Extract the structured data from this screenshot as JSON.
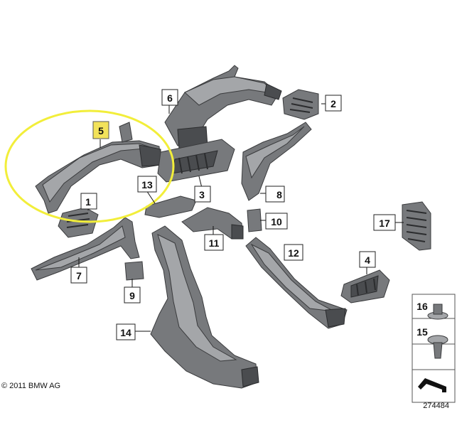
{
  "copyright": "© 2011 BMW AG",
  "diagram_number": "274484",
  "highlight_color": "#f2e25a",
  "circle_color": "#f2ee3a",
  "callouts": {
    "c1": "1",
    "c2": "2",
    "c3": "3",
    "c4": "4",
    "c5": "5",
    "c6": "6",
    "c7": "7",
    "c8": "8",
    "c9": "9",
    "c10": "10",
    "c11": "11",
    "c12": "12",
    "c13": "13",
    "c14": "14",
    "c15": "15",
    "c16": "16",
    "c17": "17"
  },
  "highlighted_part": "5"
}
